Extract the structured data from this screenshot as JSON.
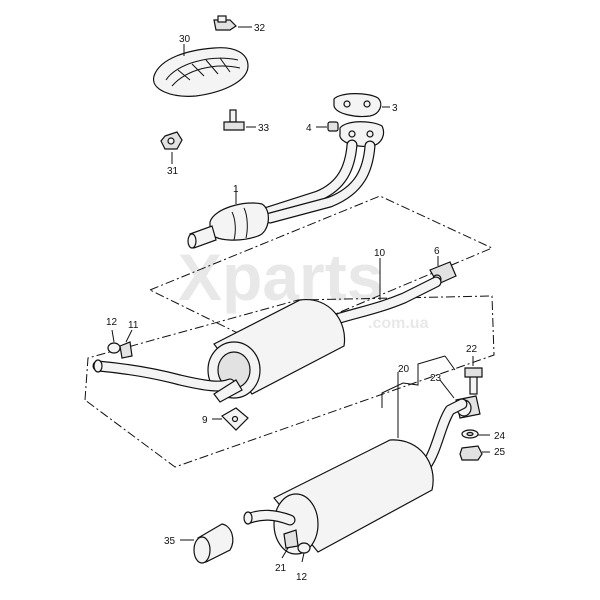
{
  "watermark": {
    "brand": "Xparts",
    "domain": ".com.ua"
  },
  "callouts": {
    "p1": "1",
    "p3": "3",
    "p4": "4",
    "p6": "6",
    "p9": "9",
    "p10": "10",
    "p11": "11",
    "p12a": "12",
    "p12b": "12",
    "p20": "20",
    "p21": "21",
    "p22": "22",
    "p23": "23",
    "p24": "24",
    "p25": "25",
    "p30": "30",
    "p31": "31",
    "p32": "32",
    "p33": "33",
    "p35": "35"
  }
}
